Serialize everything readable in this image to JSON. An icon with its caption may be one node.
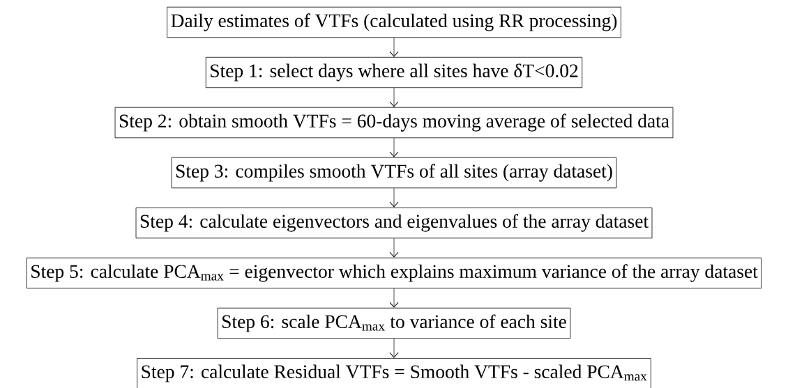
{
  "diagram": {
    "nodes": [
      {
        "text": [
          "Daily estimates of VTFs (calculated using RR processing)"
        ]
      },
      {
        "text": [
          "Step 1: select days where all sites have δT<0.02"
        ]
      },
      {
        "text": [
          "Step 2: obtain smooth VTFs = 60-days moving average of selected data"
        ]
      },
      {
        "text": [
          "Step 3: compiles smooth VTFs of all sites (array dataset)"
        ]
      },
      {
        "text": [
          "Step 4: calculate eigenvectors and eigenvalues of the array dataset"
        ]
      },
      {
        "text": [
          "Step 5: calculate PCA$_{max}$ = eigenvector which explains maximum variance of the array dataset"
        ]
      },
      {
        "text": [
          "Step 6: scale PCA$_{max}$ to variance of each site"
        ]
      },
      {
        "text": [
          "Step 7: calculate Residual VTFs = Smooth VTFs - scaled PCA$_{max}$"
        ]
      }
    ],
    "edges": [
      {
        "from": 0,
        "to": 1,
        "arrow": "to"
      },
      {
        "from": 1,
        "to": 2,
        "arrow": "to"
      },
      {
        "from": 2,
        "to": 3,
        "arrow": "to"
      },
      {
        "from": 3,
        "to": 4,
        "arrow": "to"
      },
      {
        "from": 4,
        "to": 5,
        "arrow": "to"
      },
      {
        "from": 5,
        "to": 6,
        "arrow": "to"
      },
      {
        "from": 6,
        "to": 7,
        "arrow": "to"
      }
    ]
  }
}
